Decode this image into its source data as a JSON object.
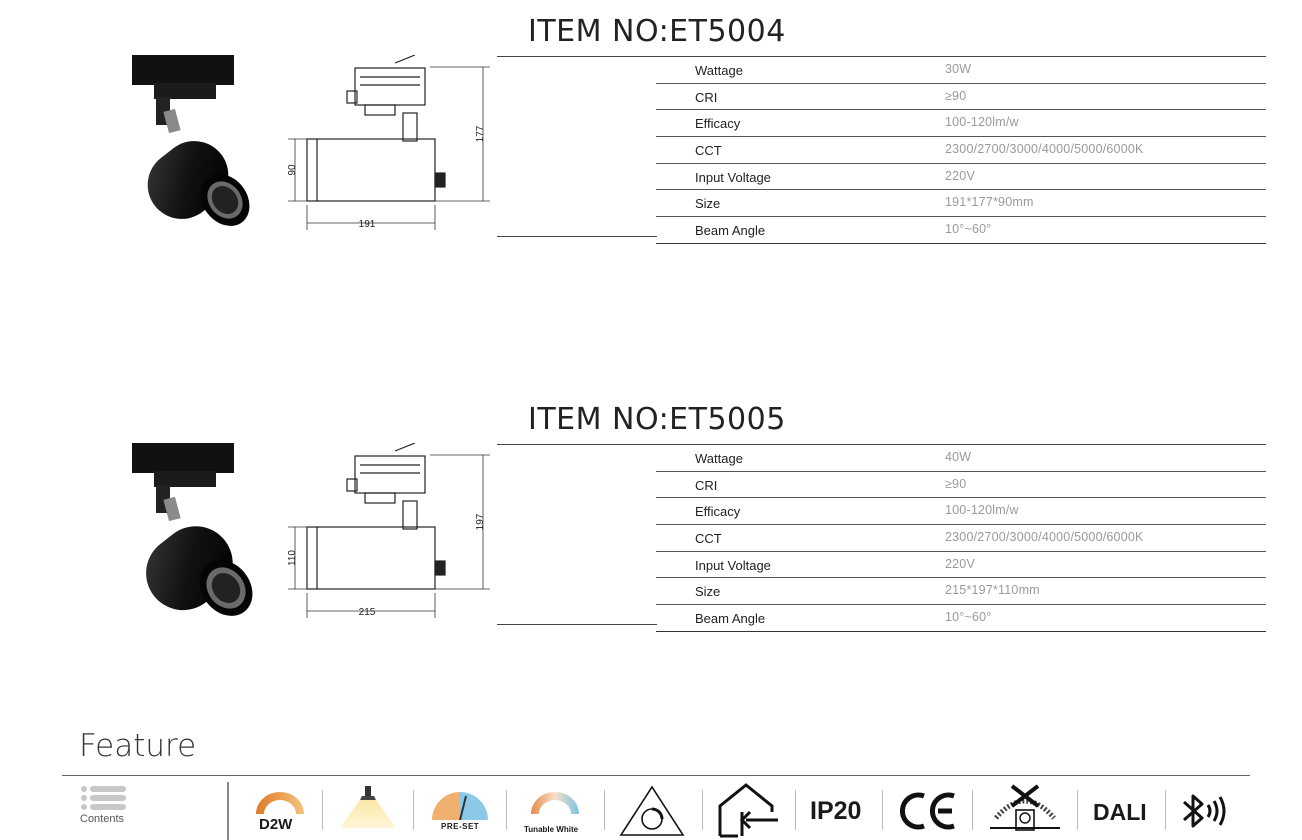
{
  "items": [
    {
      "title": "ITEM NO:ET5004",
      "dims": {
        "width": "191",
        "height": "177",
        "diameter": "90"
      },
      "specs": [
        {
          "label": "Wattage",
          "value": "30W"
        },
        {
          "label": "CRI",
          "value": "≥90"
        },
        {
          "label": "Efficacy",
          "value": "100-120lm/w"
        },
        {
          "label": "CCT",
          "value": "2300/2700/3000/4000/5000/6000K"
        },
        {
          "label": "Input Voltage",
          "value": "220V"
        },
        {
          "label": "Size",
          "value": "191*177*90mm"
        },
        {
          "label": "Beam Angle",
          "value": "10°~60°"
        }
      ]
    },
    {
      "title": "ITEM NO:ET5005",
      "dims": {
        "width": "215",
        "height": "197",
        "diameter": "110"
      },
      "specs": [
        {
          "label": "Wattage",
          "value": "40W"
        },
        {
          "label": "CRI",
          "value": "≥90"
        },
        {
          "label": "Efficacy",
          "value": "100-120lm/w"
        },
        {
          "label": "CCT",
          "value": "2300/2700/3000/4000/5000/6000K"
        },
        {
          "label": "Input Voltage",
          "value": "220V"
        },
        {
          "label": "Size",
          "value": "215*197*110mm"
        },
        {
          "label": "Beam Angle",
          "value": "10°~60°"
        }
      ]
    }
  ],
  "feature": {
    "title": "Feature",
    "contents_label": "Contents",
    "icons": [
      {
        "name": "d2w-icon",
        "label": "D2W"
      },
      {
        "name": "downlight-icon",
        "label": ""
      },
      {
        "name": "preset-icon",
        "label": "PRE-SET"
      },
      {
        "name": "tunable-white-icon",
        "label": "Tunable White"
      },
      {
        "name": "dimmer-triangle-icon",
        "label": ""
      },
      {
        "name": "indoor-use-icon",
        "label": ""
      },
      {
        "name": "ip-rating-icon",
        "label": "IP20"
      },
      {
        "name": "ce-mark-icon",
        "label": "CE"
      },
      {
        "name": "no-insulation-cover-icon",
        "label": ""
      },
      {
        "name": "dali-icon",
        "label": "DALI"
      },
      {
        "name": "bluetooth-icon",
        "label": ""
      }
    ]
  },
  "colors": {
    "d2w_gradient_start": "#f5c27a",
    "d2w_gradient_end": "#e07b2a",
    "preset_warm": "#f0b070",
    "preset_cool": "#8cc8e8"
  }
}
